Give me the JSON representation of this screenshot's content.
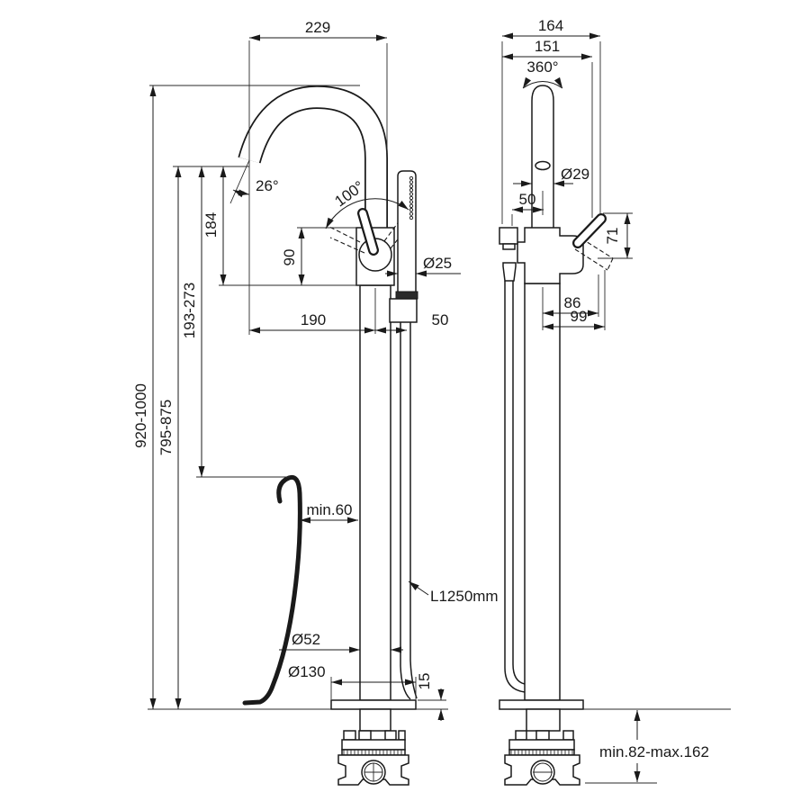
{
  "front_view": {
    "width_top": "229",
    "spout_angle": "26°",
    "handle_angle": "100°",
    "outlet_to_body": "184",
    "handle_body_height": "90",
    "handshower_dia": "Ø25",
    "spout_reach": "190",
    "center_to_shower": "50",
    "overall_height": "920-1000",
    "outlet_height": "795-875",
    "outlet_to_rim": "193-273",
    "rim_clearance": "min.60",
    "hose_length": "L1250mm",
    "column_dia": "Ø52",
    "base_dia": "Ø130",
    "base_thickness": "15"
  },
  "side_view": {
    "depth_overall": "164",
    "depth_inner": "151",
    "spout_rotation": "360°",
    "pipe_dia": "Ø29",
    "holder_offset": "50",
    "handle_travel": "71",
    "handle_reach": "86",
    "handle_reach_max": "99",
    "underfloor_range": "min.82-max.162"
  },
  "colors": {
    "line": "#1a1a1a",
    "background": "#ffffff"
  }
}
